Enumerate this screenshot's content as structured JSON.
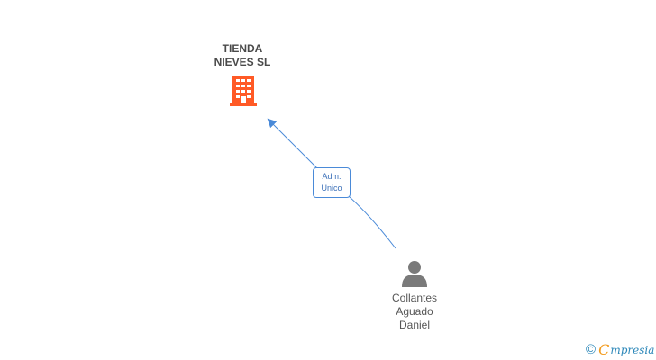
{
  "diagram": {
    "company": {
      "name_line1": "TIENDA",
      "name_line2": "NIEVES SL",
      "icon": "building-icon",
      "color": "#ff5a26"
    },
    "relation": {
      "label_line1": "Adm.",
      "label_line2": "Unico",
      "color": "#4a8ad8"
    },
    "person": {
      "name_line1": "Collantes",
      "name_line2": "Aguado",
      "name_line3": "Daniel",
      "icon": "person-icon",
      "color": "#7a7a7a"
    }
  },
  "watermark": {
    "copyright_symbol": "©",
    "brand_first_letter": "C",
    "brand_rest": "mpresia",
    "icon": "copyright-icon"
  }
}
